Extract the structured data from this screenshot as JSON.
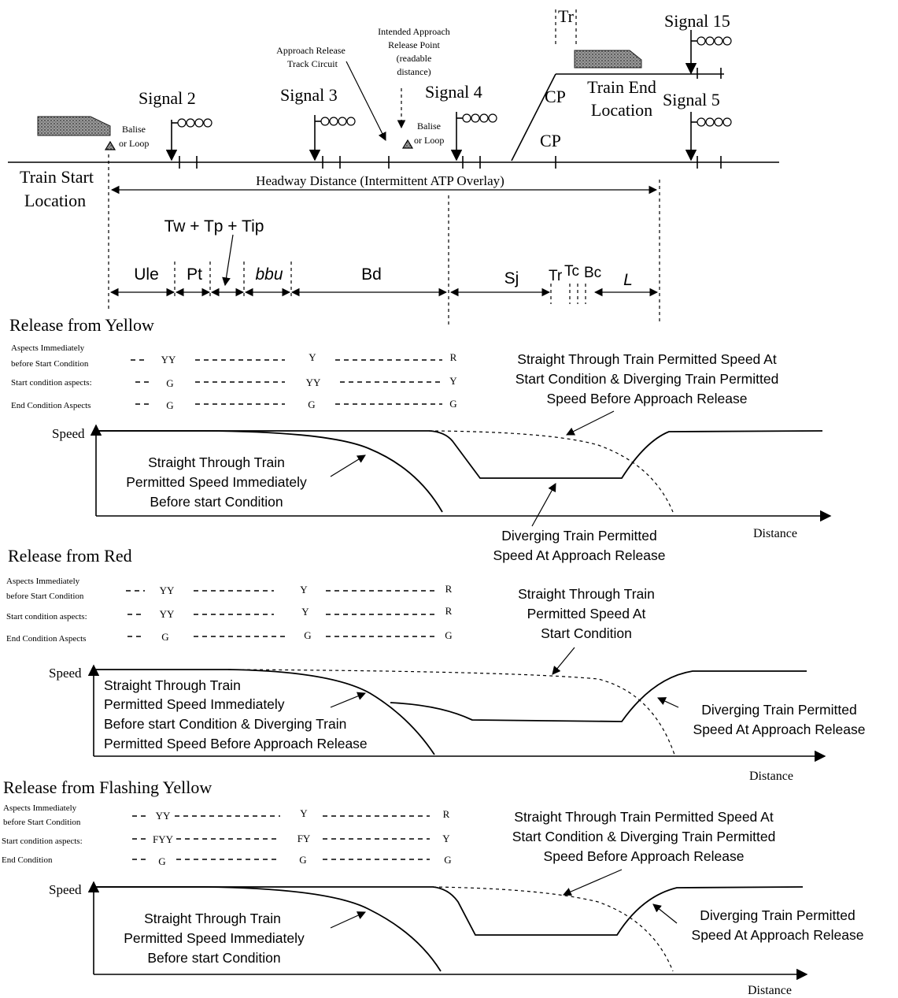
{
  "top": {
    "signals": [
      "Signal 2",
      "Signal 3",
      "Signal 4",
      "Signal 5",
      "Signal 15"
    ],
    "balise": [
      "Balise",
      "or Loop"
    ],
    "approach_track": [
      "Approach Release",
      "Track Circuit"
    ],
    "intended_point": [
      "Intended Approach",
      "Release Point",
      "(readable",
      "distance)"
    ],
    "cp": "CP",
    "tr_top": "Tr",
    "train_end": [
      "Train End",
      "Location"
    ],
    "train_start": [
      "Train Start",
      "Location"
    ],
    "headway": "Headway Distance (Intermittent ATP Overlay)",
    "tw_formula": "Tw + Tp + Tip",
    "segments": {
      "ule": "Ule",
      "pt": "Pt",
      "bbu": "bbu",
      "bd": "Bd",
      "sj": "Sj",
      "tr": "Tr",
      "tc": "Tc",
      "bc": "Bc",
      "l": "L"
    }
  },
  "panels": [
    {
      "title": "Release from Yellow",
      "rows": [
        {
          "label": [
            "Aspects Immediately",
            "before Start Condition"
          ],
          "a": "YY",
          "b": "Y",
          "c": "R"
        },
        {
          "label": [
            "Start condition aspects:"
          ],
          "a": "G",
          "b": "YY",
          "c": "Y"
        },
        {
          "label": [
            "End Condition Aspects"
          ],
          "a": "G",
          "b": "G",
          "c": "G"
        }
      ],
      "speed": "Speed",
      "distance": "Distance",
      "ann_right_top": [
        "Straight Through Train Permitted Speed At",
        "Start Condition & Diverging Train Permitted",
        "Speed Before Approach Release"
      ],
      "ann_left": [
        "Straight Through Train",
        "Permitted Speed Immediately",
        "Before start Condition"
      ],
      "ann_bottom": [
        "Diverging Train Permitted",
        "Speed At Approach Release"
      ]
    },
    {
      "title": "Release from Red",
      "rows": [
        {
          "label": [
            "Aspects Immediately",
            "before Start Condition"
          ],
          "a": "YY",
          "b": "Y",
          "c": "R"
        },
        {
          "label": [
            "Start condition aspects:"
          ],
          "a": "YY",
          "b": "Y",
          "c": "R"
        },
        {
          "label": [
            "End Condition Aspects"
          ],
          "a": "G",
          "b": "G",
          "c": "G"
        }
      ],
      "speed": "Speed",
      "distance": "Distance",
      "ann_right_top": [
        "Straight Through Train",
        "Permitted Speed At",
        "Start Condition"
      ],
      "ann_left": [
        "Straight Through Train",
        "Permitted Speed Immediately",
        "Before start Condition & Diverging Train",
        "Permitted Speed Before Approach Release"
      ],
      "ann_right": [
        "Diverging Train Permitted",
        "Speed At Approach Release"
      ]
    },
    {
      "title": "Release from Flashing Yellow",
      "rows": [
        {
          "label": [
            "Aspects Immediately",
            "before Start Condition"
          ],
          "a": "YY",
          "b": "Y",
          "c": "R"
        },
        {
          "label": [
            "Start condition aspects:"
          ],
          "a": "FYY",
          "b": "FY",
          "c": "Y"
        },
        {
          "label": [
            "End Condition"
          ],
          "a": "G",
          "b": "G",
          "c": "G"
        }
      ],
      "speed": "Speed",
      "distance": "Distance",
      "ann_right_top": [
        "Straight Through Train Permitted Speed At",
        "Start Condition & Diverging Train Permitted",
        "Speed Before Approach Release"
      ],
      "ann_left": [
        "Straight Through Train",
        "Permitted Speed Immediately",
        "Before start Condition"
      ],
      "ann_right": [
        "Diverging Train Permitted",
        "Speed At Approach Release"
      ]
    }
  ]
}
